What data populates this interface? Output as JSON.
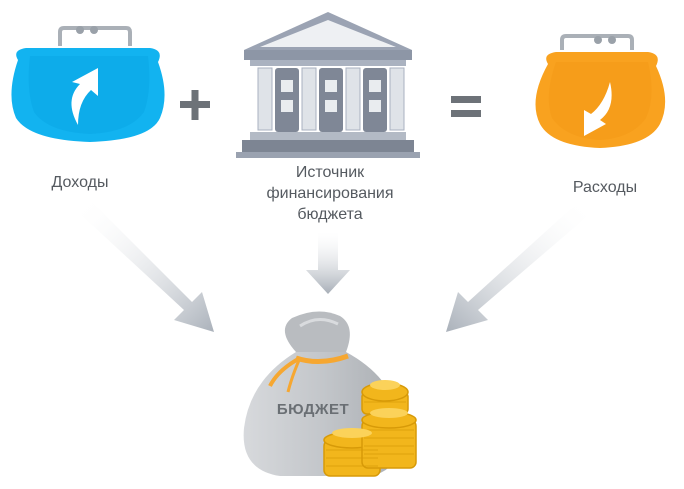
{
  "labels": {
    "income": "Доходы",
    "source_line1": "Источник",
    "source_line2": "финансирования",
    "source_line3": "бюджета",
    "expense": "Расходы",
    "budget": "БЮДЖЕТ"
  },
  "operators": {
    "plus": "+",
    "equals": "="
  },
  "colors": {
    "income_wallet": "#12b3f0",
    "expense_wallet": "#f9a21f",
    "bank": "#8b94a6",
    "arrows": "#b8bec6",
    "coins": "#f2b61c",
    "bag": "#c8cacd"
  },
  "icons": [
    "wallet-income-icon",
    "bank-icon",
    "wallet-expense-icon",
    "money-bag-icon",
    "coins-icon"
  ]
}
